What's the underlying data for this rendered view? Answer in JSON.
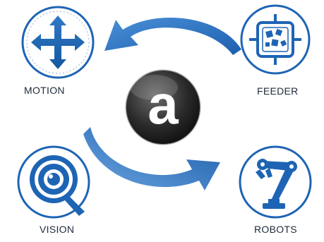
{
  "nodes": {
    "motion": {
      "label": "MOTION",
      "icon": "move-arrows-icon"
    },
    "feeder": {
      "label": "FEEDER",
      "icon": "feeder-parts-icon"
    },
    "vision": {
      "label": "VISION",
      "icon": "eye-lens-icon"
    },
    "robots": {
      "label": "ROBOTS",
      "icon": "robot-arm-icon"
    }
  },
  "center": {
    "icon": "brand-logo-icon",
    "letter": "a"
  },
  "colors": {
    "blue": "#1e64b4",
    "blue_light": "#6aa5e0",
    "ring_dark": "#2b2b2b",
    "text": "#1f2a3a"
  }
}
